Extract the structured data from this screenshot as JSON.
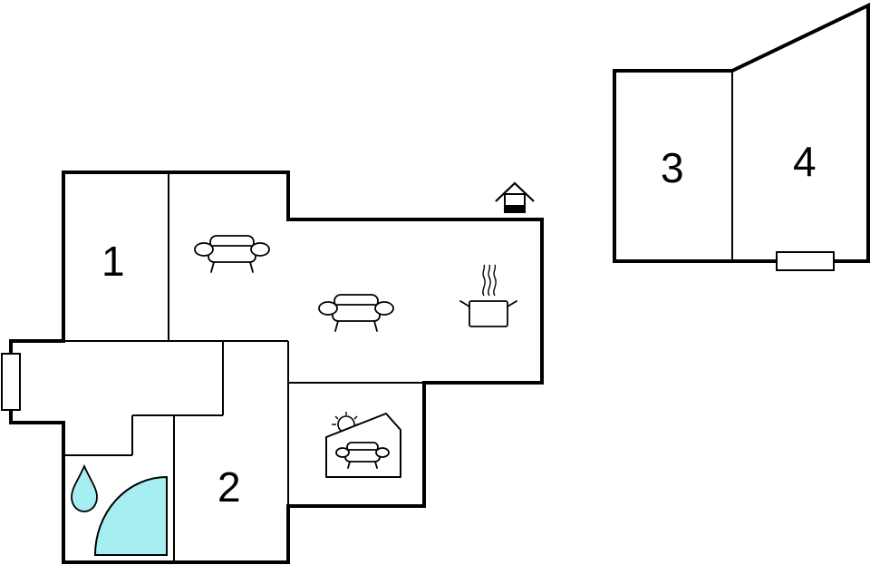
{
  "floorplan": {
    "room_labels": [
      "1",
      "2",
      "3",
      "4"
    ],
    "colors": {
      "wall": "#000000",
      "background": "#ffffff",
      "water": "#a6eef2"
    },
    "icons": [
      "sofa-icon",
      "sofa-icon",
      "cooking-pot-icon",
      "house-entrance-icon",
      "sunroom-sofa-icon",
      "water-drop-icon",
      "shower-icon",
      "window-icon"
    ]
  }
}
